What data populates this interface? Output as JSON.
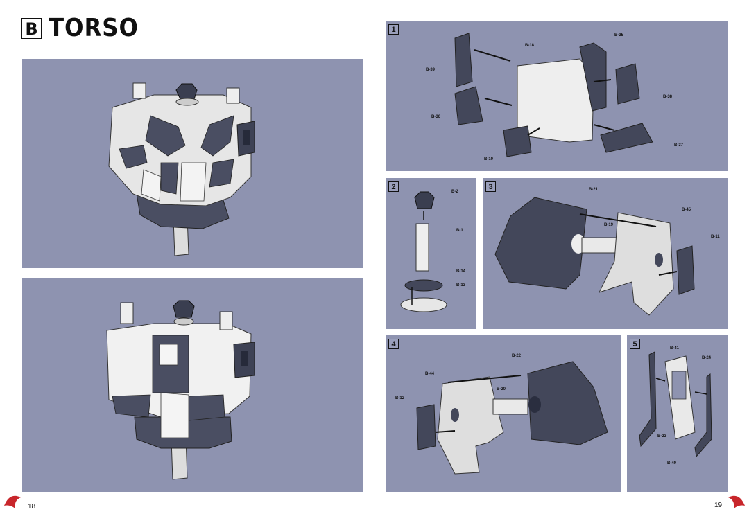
{
  "section": {
    "letter": "B",
    "title": "TORSO"
  },
  "steps": [
    {
      "number": "1",
      "parts": [
        "B-39",
        "B-18",
        "B-35",
        "B-38",
        "B-36",
        "B-10",
        "B-37"
      ]
    },
    {
      "number": "2",
      "parts": [
        "B-2",
        "B-1",
        "B-14",
        "B-13"
      ]
    },
    {
      "number": "3",
      "parts": [
        "B-21",
        "B-45",
        "B-19",
        "B-11"
      ]
    },
    {
      "number": "4",
      "parts": [
        "B-22",
        "B-44",
        "B-20",
        "B-12"
      ]
    },
    {
      "number": "5",
      "parts": [
        "B-41",
        "B-24",
        "B-23",
        "B-40"
      ]
    }
  ],
  "pages": {
    "left": "18",
    "right": "19"
  },
  "colors": {
    "panel": "#8e93b0",
    "dark_part": "#43475a",
    "light_part": "#eeeeee",
    "logo": "#c8262b"
  },
  "icons": [
    "logo-icon"
  ]
}
